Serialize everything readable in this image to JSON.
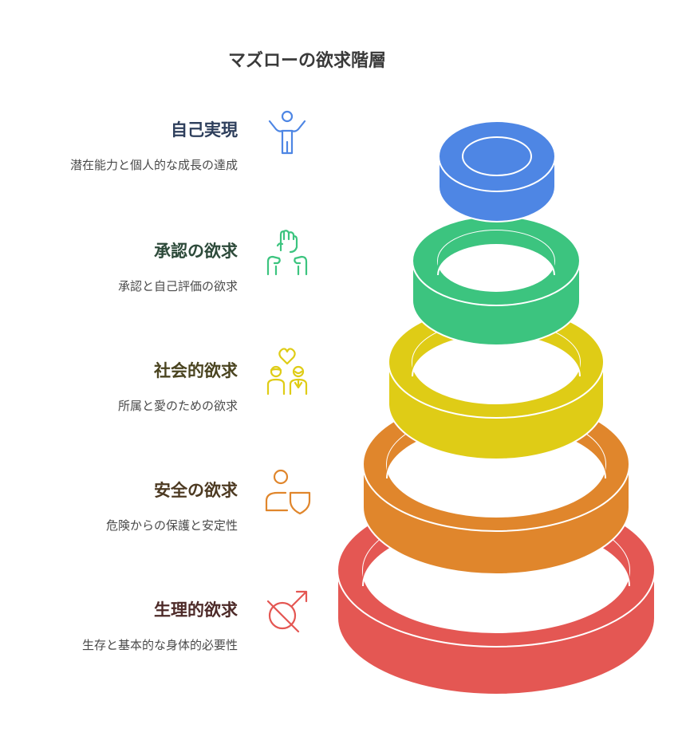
{
  "title": "マズローの欲求階層",
  "levels": [
    {
      "heading": "自己実現",
      "description": "潜在能力と個人的な成長の達成",
      "color": "#4e86e4",
      "text_color": "#2e3f5c",
      "icon": "person-raising-arms-icon"
    },
    {
      "heading": "承認の欲求",
      "description": "承認と自己評価の欲求",
      "color": "#3cc47f",
      "text_color": "#2d4a3a",
      "icon": "raised-hands-icon"
    },
    {
      "heading": "社会的欲求",
      "description": "所属と愛のための欲求",
      "color": "#dfcc16",
      "text_color": "#4a4420",
      "icon": "couple-heart-icon"
    },
    {
      "heading": "安全の欲求",
      "description": "危険からの保護と安定性",
      "color": "#e0862c",
      "text_color": "#4d3a22",
      "icon": "person-shield-icon"
    },
    {
      "heading": "生理的欲求",
      "description": "生存と基本的な身体的必要性",
      "color": "#e45753",
      "text_color": "#4d2a28",
      "icon": "male-symbol-icon"
    }
  ]
}
